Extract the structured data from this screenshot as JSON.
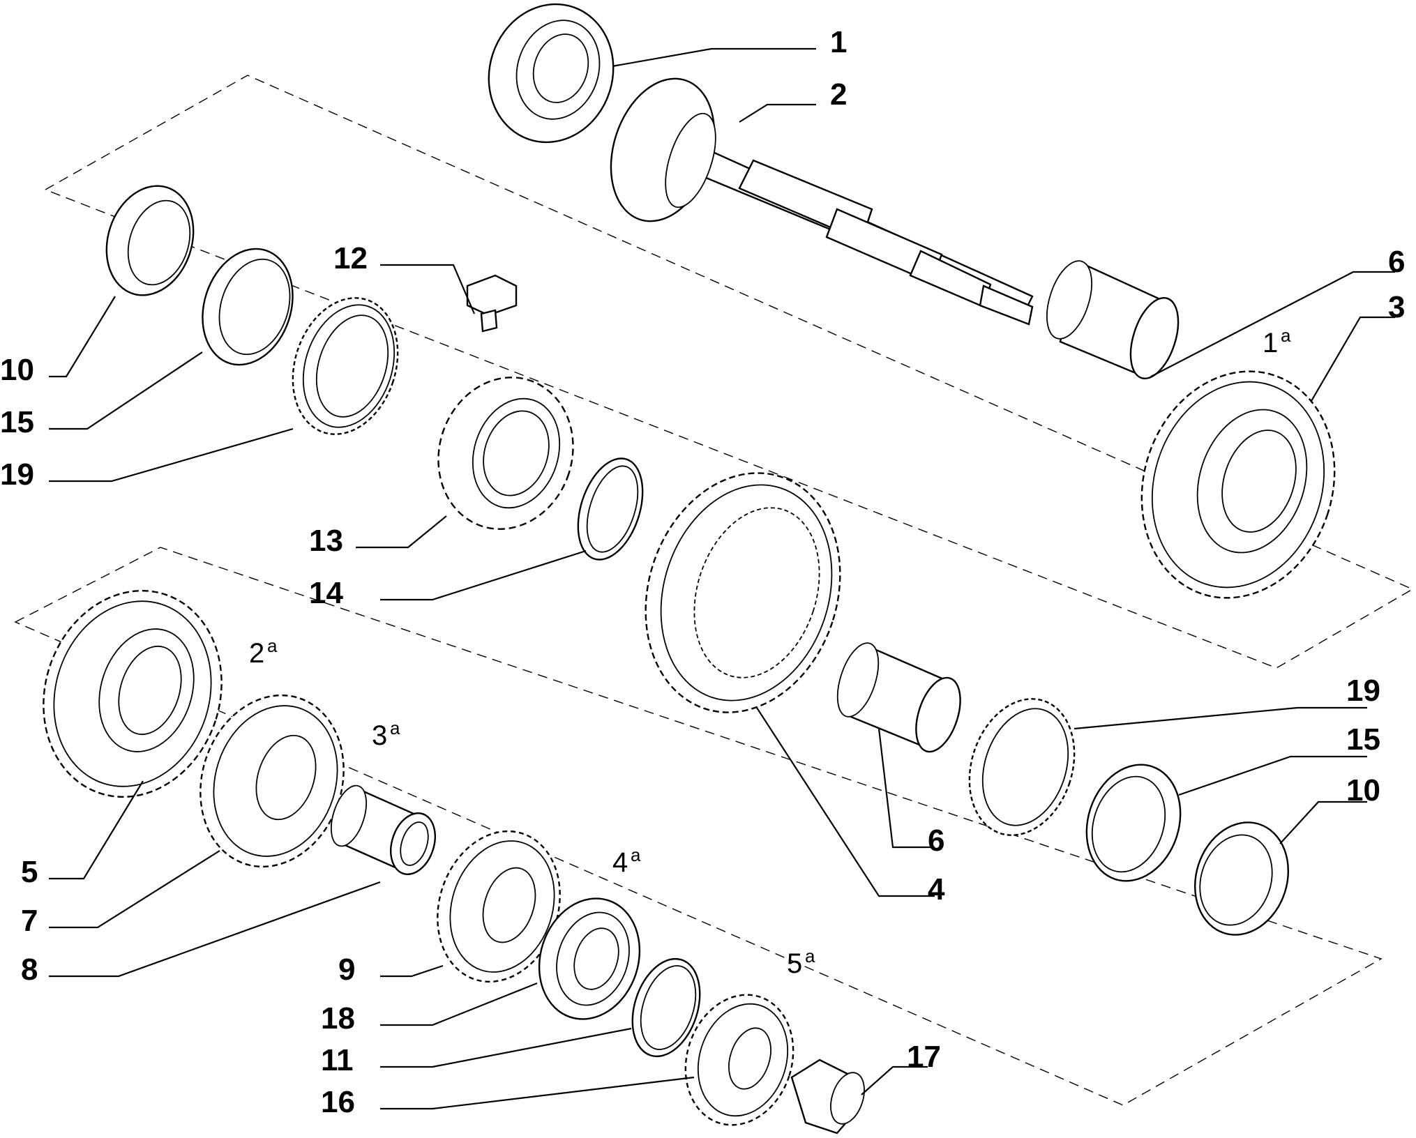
{
  "diagram": {
    "part_numbers": {
      "p1": "1",
      "p2": "2",
      "p3": "3",
      "p4": "4",
      "p5": "5",
      "p6a": "6",
      "p6b": "6",
      "p7": "7",
      "p8": "8",
      "p9": "9",
      "p10a": "10",
      "p10b": "10",
      "p11": "11",
      "p12": "12",
      "p13": "13",
      "p14": "14",
      "p15a": "15",
      "p15b": "15",
      "p16": "16",
      "p17": "17",
      "p18": "18",
      "p19a": "19",
      "p19b": "19"
    },
    "gear_labels": {
      "g1": {
        "num": "1",
        "sup": "a"
      },
      "g2": {
        "num": "2",
        "sup": "a"
      },
      "g3": {
        "num": "3",
        "sup": "a"
      },
      "g4": {
        "num": "4",
        "sup": "a"
      },
      "g5": {
        "num": "5",
        "sup": "a"
      }
    }
  }
}
